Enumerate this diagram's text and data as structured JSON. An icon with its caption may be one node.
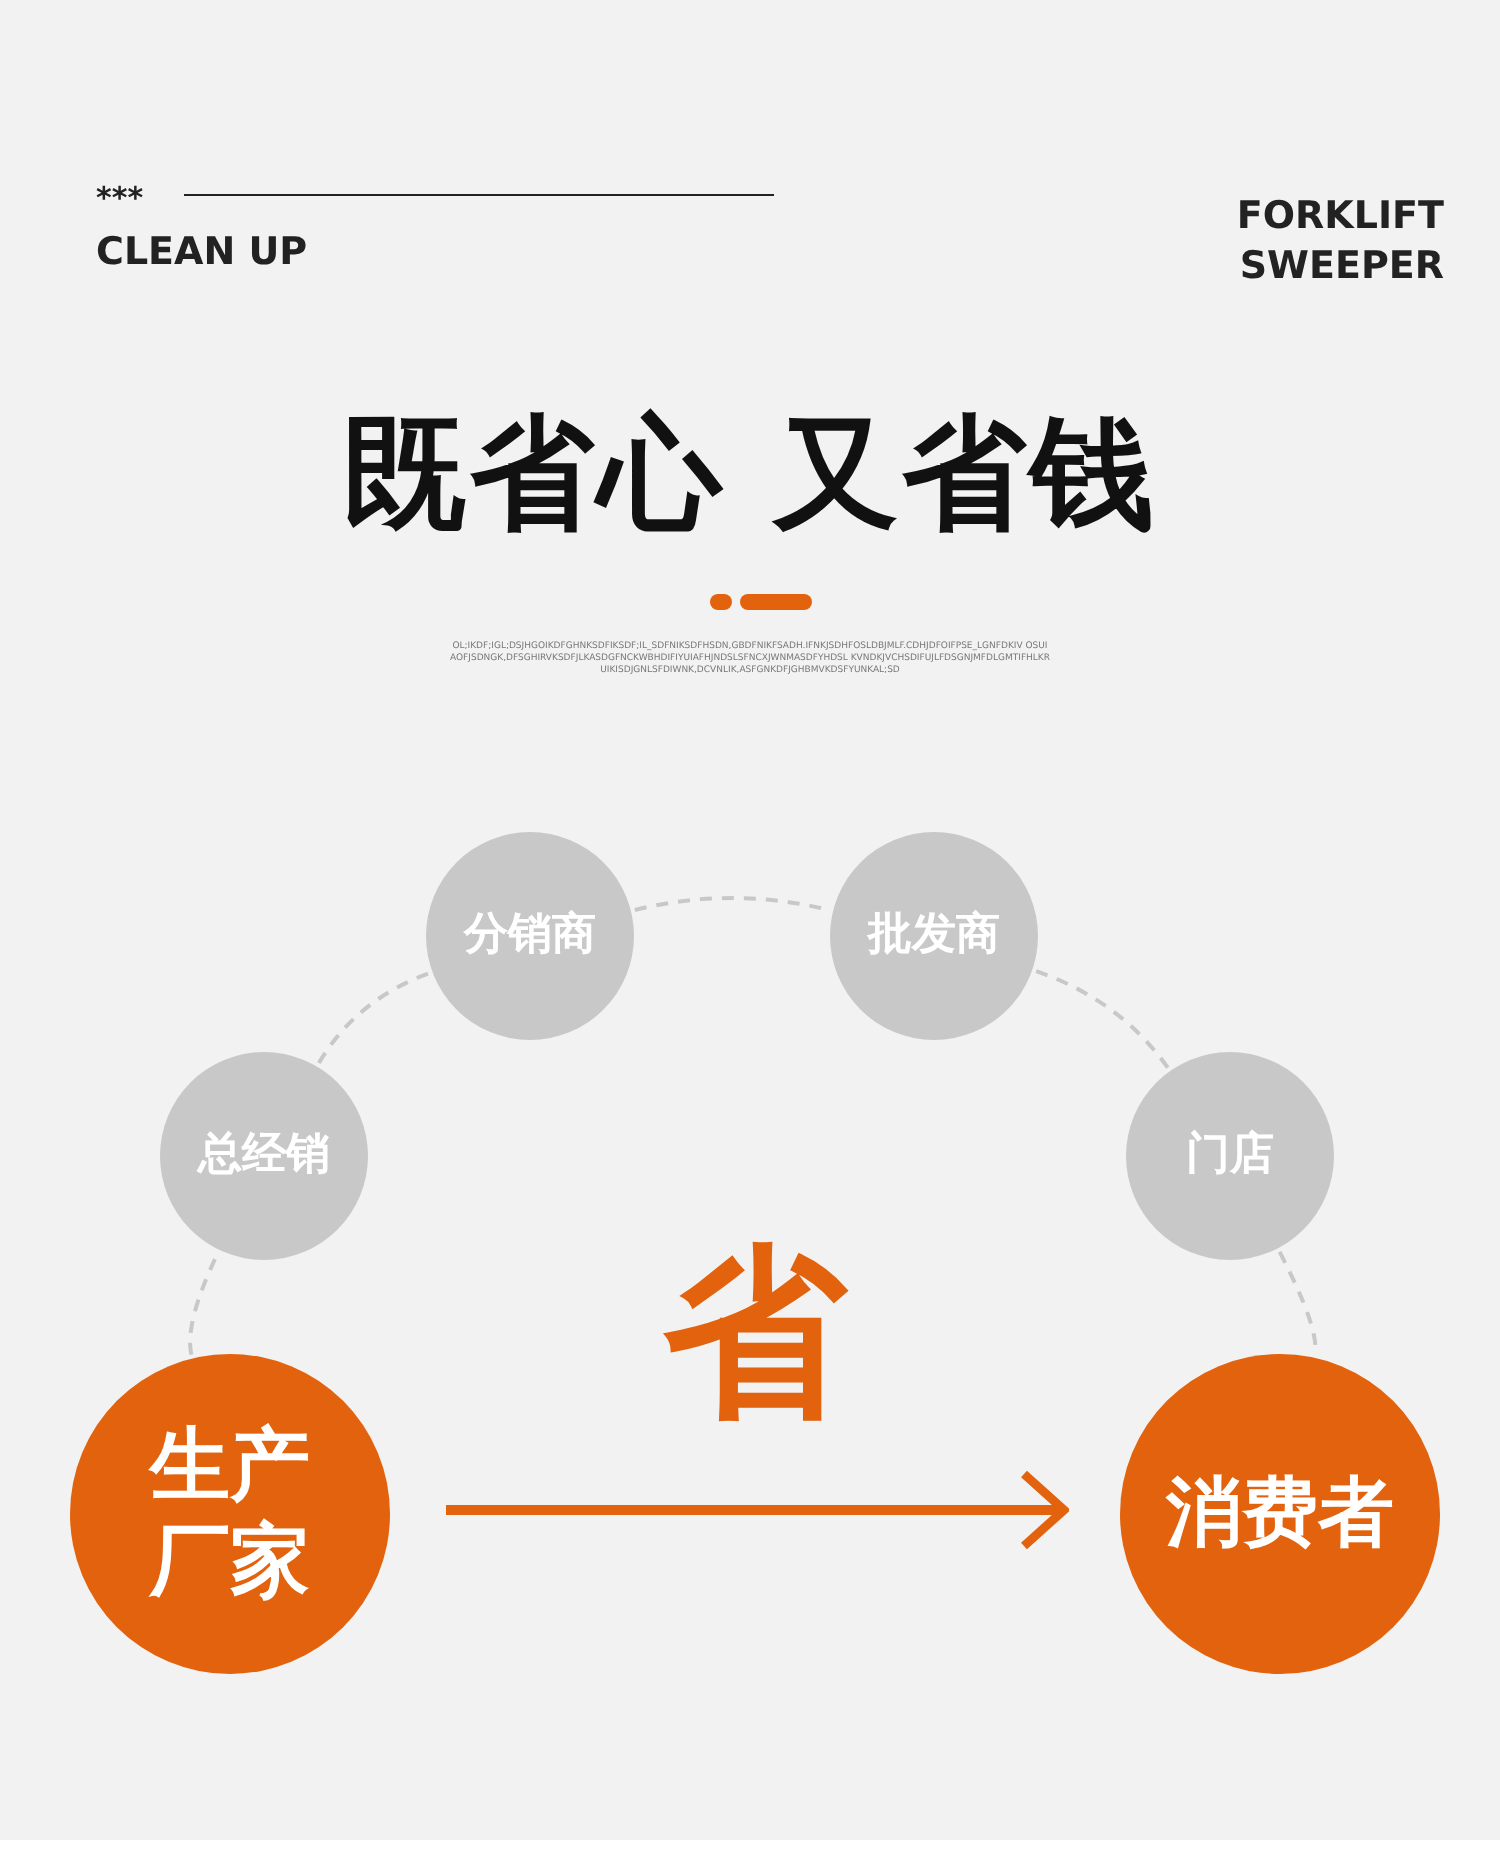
{
  "diagram": {
    "title": "既省心 又省钱",
    "nodes": [
      {
        "text": [
          "总经销"
        ]
      },
      {
        "text": [
          "分销商"
        ]
      },
      {
        "text": [
          "批发商"
        ]
      },
      {
        "text": [
          "门店"
        ]
      },
      {
        "text": [
          "生产厂家"
        ]
      },
      {
        "text": [
          "消费者"
        ]
      }
    ],
    "edges": [
      {
        "from": 4,
        "to": 0,
        "arrow": "none",
        "style": "dashed"
      },
      {
        "from": 0,
        "to": 1,
        "arrow": "none",
        "style": "dashed"
      },
      {
        "from": 1,
        "to": 2,
        "arrow": "none",
        "style": "dashed"
      },
      {
        "from": 2,
        "to": 3,
        "arrow": "none",
        "style": "dashed"
      },
      {
        "from": 3,
        "to": 5,
        "arrow": "none",
        "style": "dashed"
      },
      {
        "from": 4,
        "to": 5,
        "arrow": "to",
        "label": "省",
        "style": "thick",
        "color": "#e2620d"
      }
    ],
    "labels": [
      "***",
      "CLEAN UP",
      "FORKLIFT SWEEPER",
      "OL;IKDF;IGL;DSJHGOIKDFGHNKSDFIKSDF;IL_SDFNIKSDFHSDN,GBDFNIKFSADH.IFNKJSDHFOSLDBJMLF.CDHJDFOIFPSE_LGNFDKIV OSUIAOFJSDNGK,DFSGHIRVKSDFJLKASDGFNCKWBHDIFIYUIAFHJNDSLSFNCXJWNMASDFYHDSL KVNDKJVCHSDIFUJLFDSGNJMFDLGMTIFHLKRUIKISDJGNLSFDIWNK,DCVNLIK,ASFGNKDFJGHBMVKDSFYUNKAL;SD"
    ]
  }
}
